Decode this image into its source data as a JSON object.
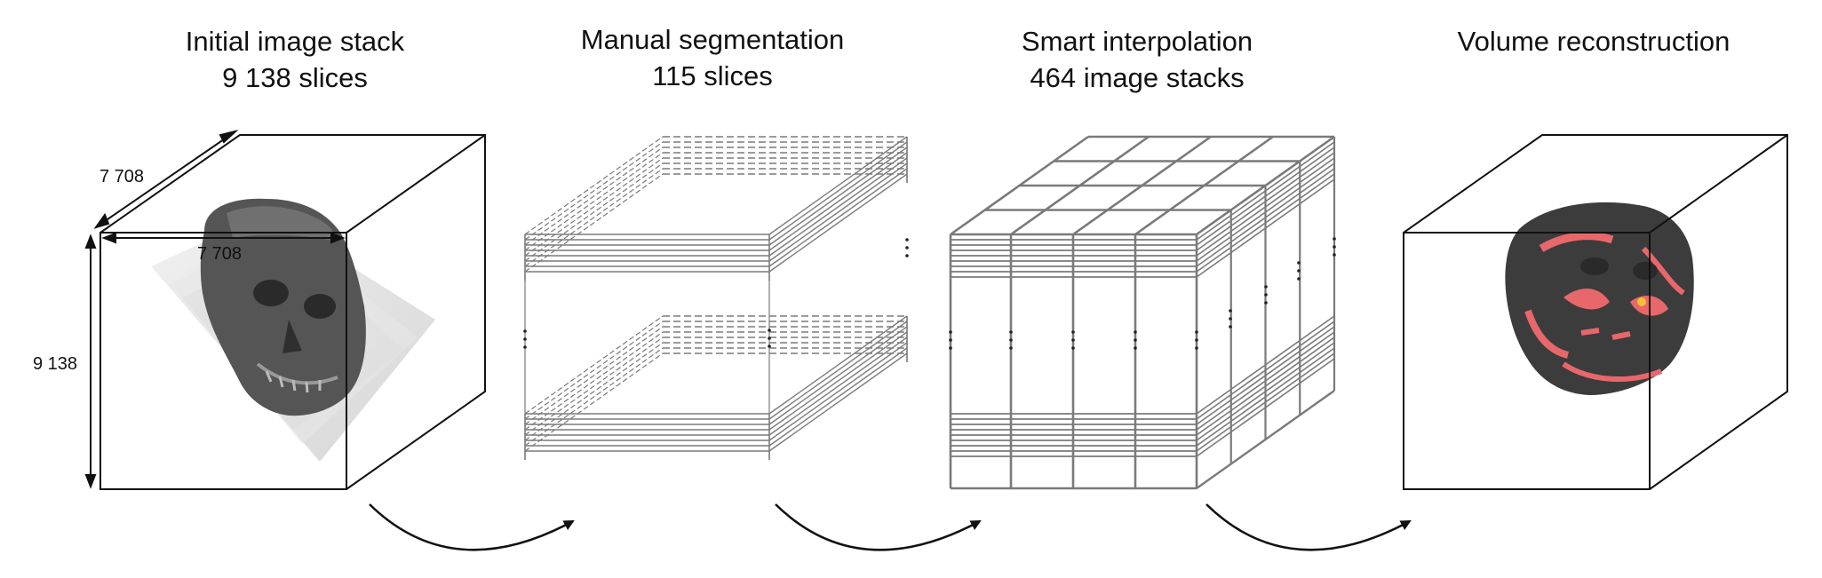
{
  "stages": [
    {
      "id": "initial",
      "title": "Initial image stack",
      "subtitle": "9 138 slices"
    },
    {
      "id": "manual",
      "title": "Manual segmentation",
      "subtitle": "115 slices"
    },
    {
      "id": "smart",
      "title": "Smart interpolation",
      "subtitle": "464 image stacks"
    },
    {
      "id": "volume",
      "title": "Volume reconstruction",
      "subtitle": ""
    }
  ],
  "dimensions": {
    "depth": "7 708",
    "width": "7 708",
    "height": "9 138"
  },
  "colors": {
    "line": "#111111",
    "grid": "#7a7a7a",
    "skull": "#4a4a4a",
    "highlight": "#e8676b"
  }
}
